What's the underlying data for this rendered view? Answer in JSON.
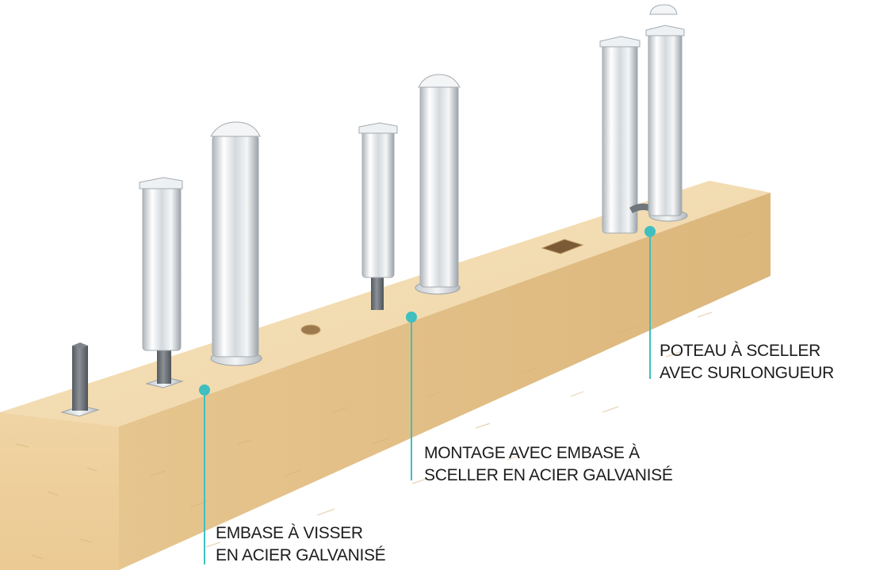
{
  "callouts": [
    {
      "line1": "EMBASE À VISSER",
      "line2": "EN ACIER GALVANISÉ"
    },
    {
      "line1": "MONTAGE AVEC EMBASE À",
      "line2": "SCELLER EN ACIER GALVANISÉ"
    },
    {
      "line1": "POTEAU À SCELLER",
      "line2": "AVEC SURLONGUEUR"
    }
  ],
  "colors": {
    "beam_top": "#f4ddb4",
    "beam_front": "#edcf9c",
    "beam_side": "#e1be85",
    "post_aluminium": "#dfe3e6",
    "steel_base": "#6e7378",
    "leader_line": "#3fbfbf"
  }
}
